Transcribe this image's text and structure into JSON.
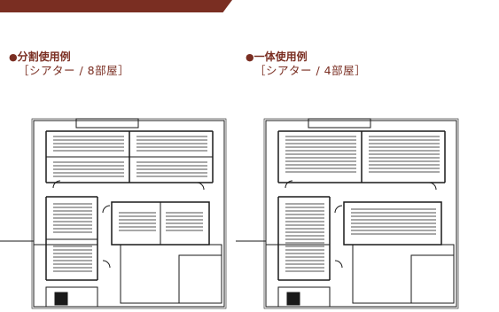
{
  "colors": {
    "accent": "#7a2e22",
    "plan_line": "#1a1a1a",
    "page_bg": "#ffffff"
  },
  "header_banner": {
    "label": ""
  },
  "examples": [
    {
      "bullet": "●",
      "title": "分割使用例",
      "subtitle": "［シアター / 8部屋］"
    },
    {
      "bullet": "●",
      "title": "一体使用例",
      "subtitle": "［シアター / 4部屋］"
    }
  ]
}
